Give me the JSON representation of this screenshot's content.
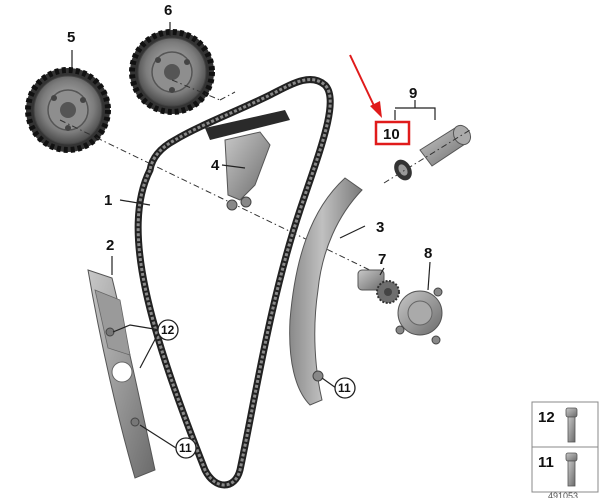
{
  "callouts": {
    "c1": "1",
    "c2": "2",
    "c3": "3",
    "c4": "4",
    "c5": "5",
    "c6": "6",
    "c7": "7",
    "c8": "8",
    "c9": "9",
    "c10": "10",
    "c11a": "11",
    "c11b": "11",
    "c12": "12"
  },
  "legend": {
    "item12": "12",
    "item11": "11"
  },
  "footer_id": "491053"
}
